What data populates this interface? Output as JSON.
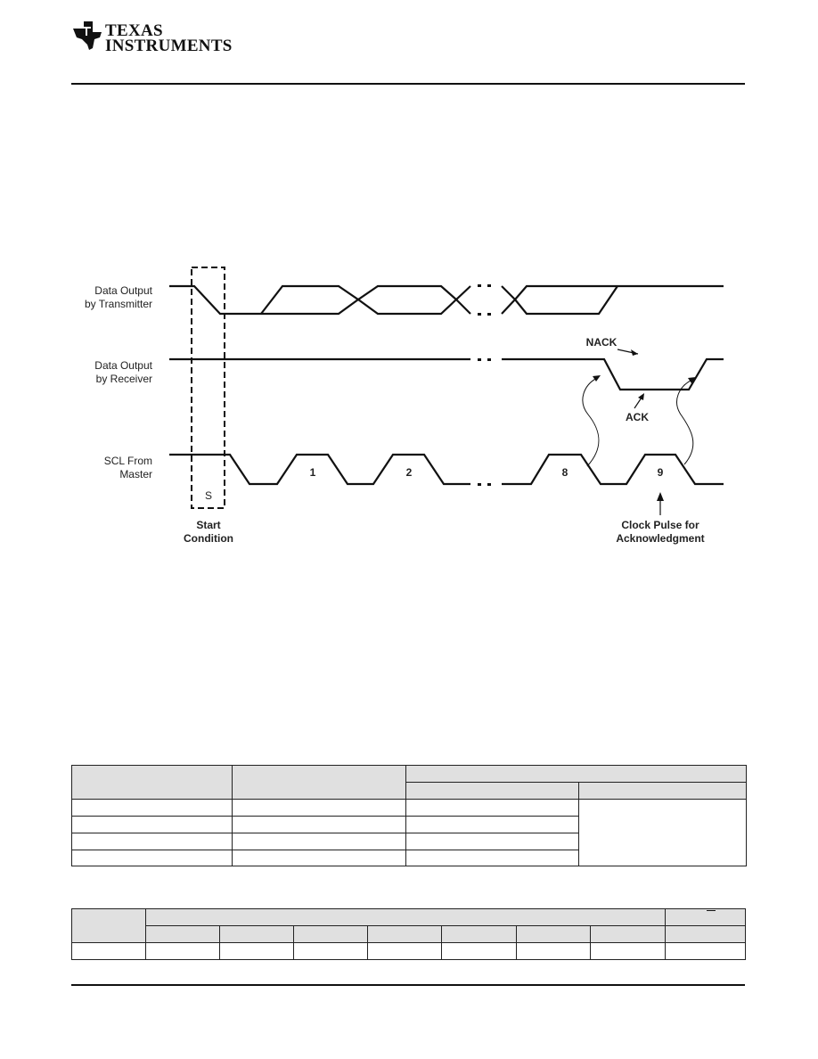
{
  "header": {
    "logo_line1": "Texas",
    "logo_line2": "Instruments"
  },
  "diagram": {
    "signals": [
      {
        "line1": "Data Output",
        "line2": "by Transmitter"
      },
      {
        "line1": "Data Output",
        "line2": "by Receiver"
      },
      {
        "line1": "SCL From",
        "line2": "Master"
      }
    ],
    "start_marker": "S",
    "start_caption_line1": "Start",
    "start_caption_line2": "Condition",
    "clock_pulse_labels": [
      "1",
      "2",
      "8",
      "9"
    ],
    "nack_label": "NACK",
    "ack_label": "ACK",
    "ack_caption_line1": "Clock Pulse for",
    "ack_caption_line2": "Acknowledgment"
  },
  "colors": {
    "line": "#111111",
    "table_header": "#e0e0e0"
  }
}
